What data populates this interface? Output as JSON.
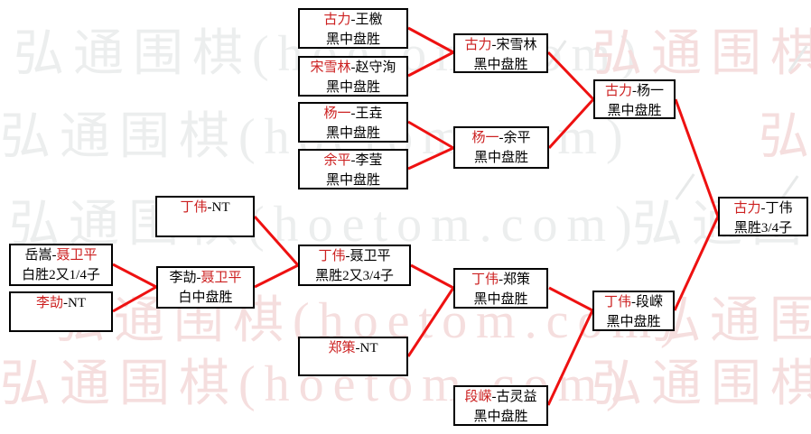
{
  "page": {
    "background": "#ffffff"
  },
  "watermark": {
    "text": "弘通围棋(hoetom.com)",
    "pink": "#f5dede",
    "gray": "#eceeee"
  },
  "colors": {
    "connector_red": "#ee1111",
    "winner_red": "#cc2020",
    "text_black": "#000000",
    "box_border": "#000000",
    "box_background": "#ffffff"
  },
  "matches": {
    "guli_wangxi": {
      "pre": "",
      "winner": "古力",
      "post": "-王檄",
      "result": "黑中盘胜"
    },
    "songxuelin_zhaoshouxun": {
      "pre": "",
      "winner": "宋雪林",
      "post": "-赵守洵",
      "result": "黑中盘胜"
    },
    "yangyi_wangyao": {
      "pre": "",
      "winner": "杨一",
      "post": "-王垚",
      "result": "黑中盘胜"
    },
    "yuping_liying": {
      "pre": "",
      "winner": "余平",
      "post": "-李莹",
      "result": "黑中盘胜"
    },
    "guli_songxuelin": {
      "pre": "",
      "winner": "古力",
      "post": "-宋雪林",
      "result": "黑中盘胜"
    },
    "yangyi_yuping": {
      "pre": "",
      "winner": "杨一",
      "post": "-余平",
      "result": "黑中盘胜"
    },
    "guli_yangyi": {
      "pre": "",
      "winner": "古力",
      "post": "-杨一",
      "result": "黑中盘胜"
    },
    "guli_dingwei": {
      "pre": "",
      "winner": "古力",
      "post": "-丁伟",
      "result": "黑胜3/4子"
    },
    "dingwei_nt": {
      "pre": "",
      "winner": "丁伟",
      "post": "-NT",
      "result": ""
    },
    "yuesong_nieweiping": {
      "pre": "岳嵩-",
      "winner": "聂卫平",
      "post": "",
      "result": "白胜2又1/4子"
    },
    "lijie_nt": {
      "pre": "",
      "winner": "李劼",
      "post": "-NT",
      "result": ""
    },
    "lijie_nieweiping": {
      "pre": "李劼-",
      "winner": "聂卫平",
      "post": "",
      "result": "白中盘胜"
    },
    "dingwei_nieweiping": {
      "pre": "",
      "winner": "丁伟",
      "post": "-聂卫平",
      "result": "黑胜2又3/4子"
    },
    "dingwei_zhengce": {
      "pre": "",
      "winner": "丁伟",
      "post": "-郑策",
      "result": "黑中盘胜"
    },
    "zhengce_nt": {
      "pre": "",
      "winner": "郑策",
      "post": "-NT",
      "result": ""
    },
    "duanrong_gulingyi": {
      "pre": "",
      "winner": "段嵘",
      "post": "-古灵益",
      "result": "黑中盘胜"
    },
    "dingwei_duanrong": {
      "pre": "",
      "winner": "丁伟",
      "post": "-段嵘",
      "result": "黑中盘胜"
    }
  }
}
